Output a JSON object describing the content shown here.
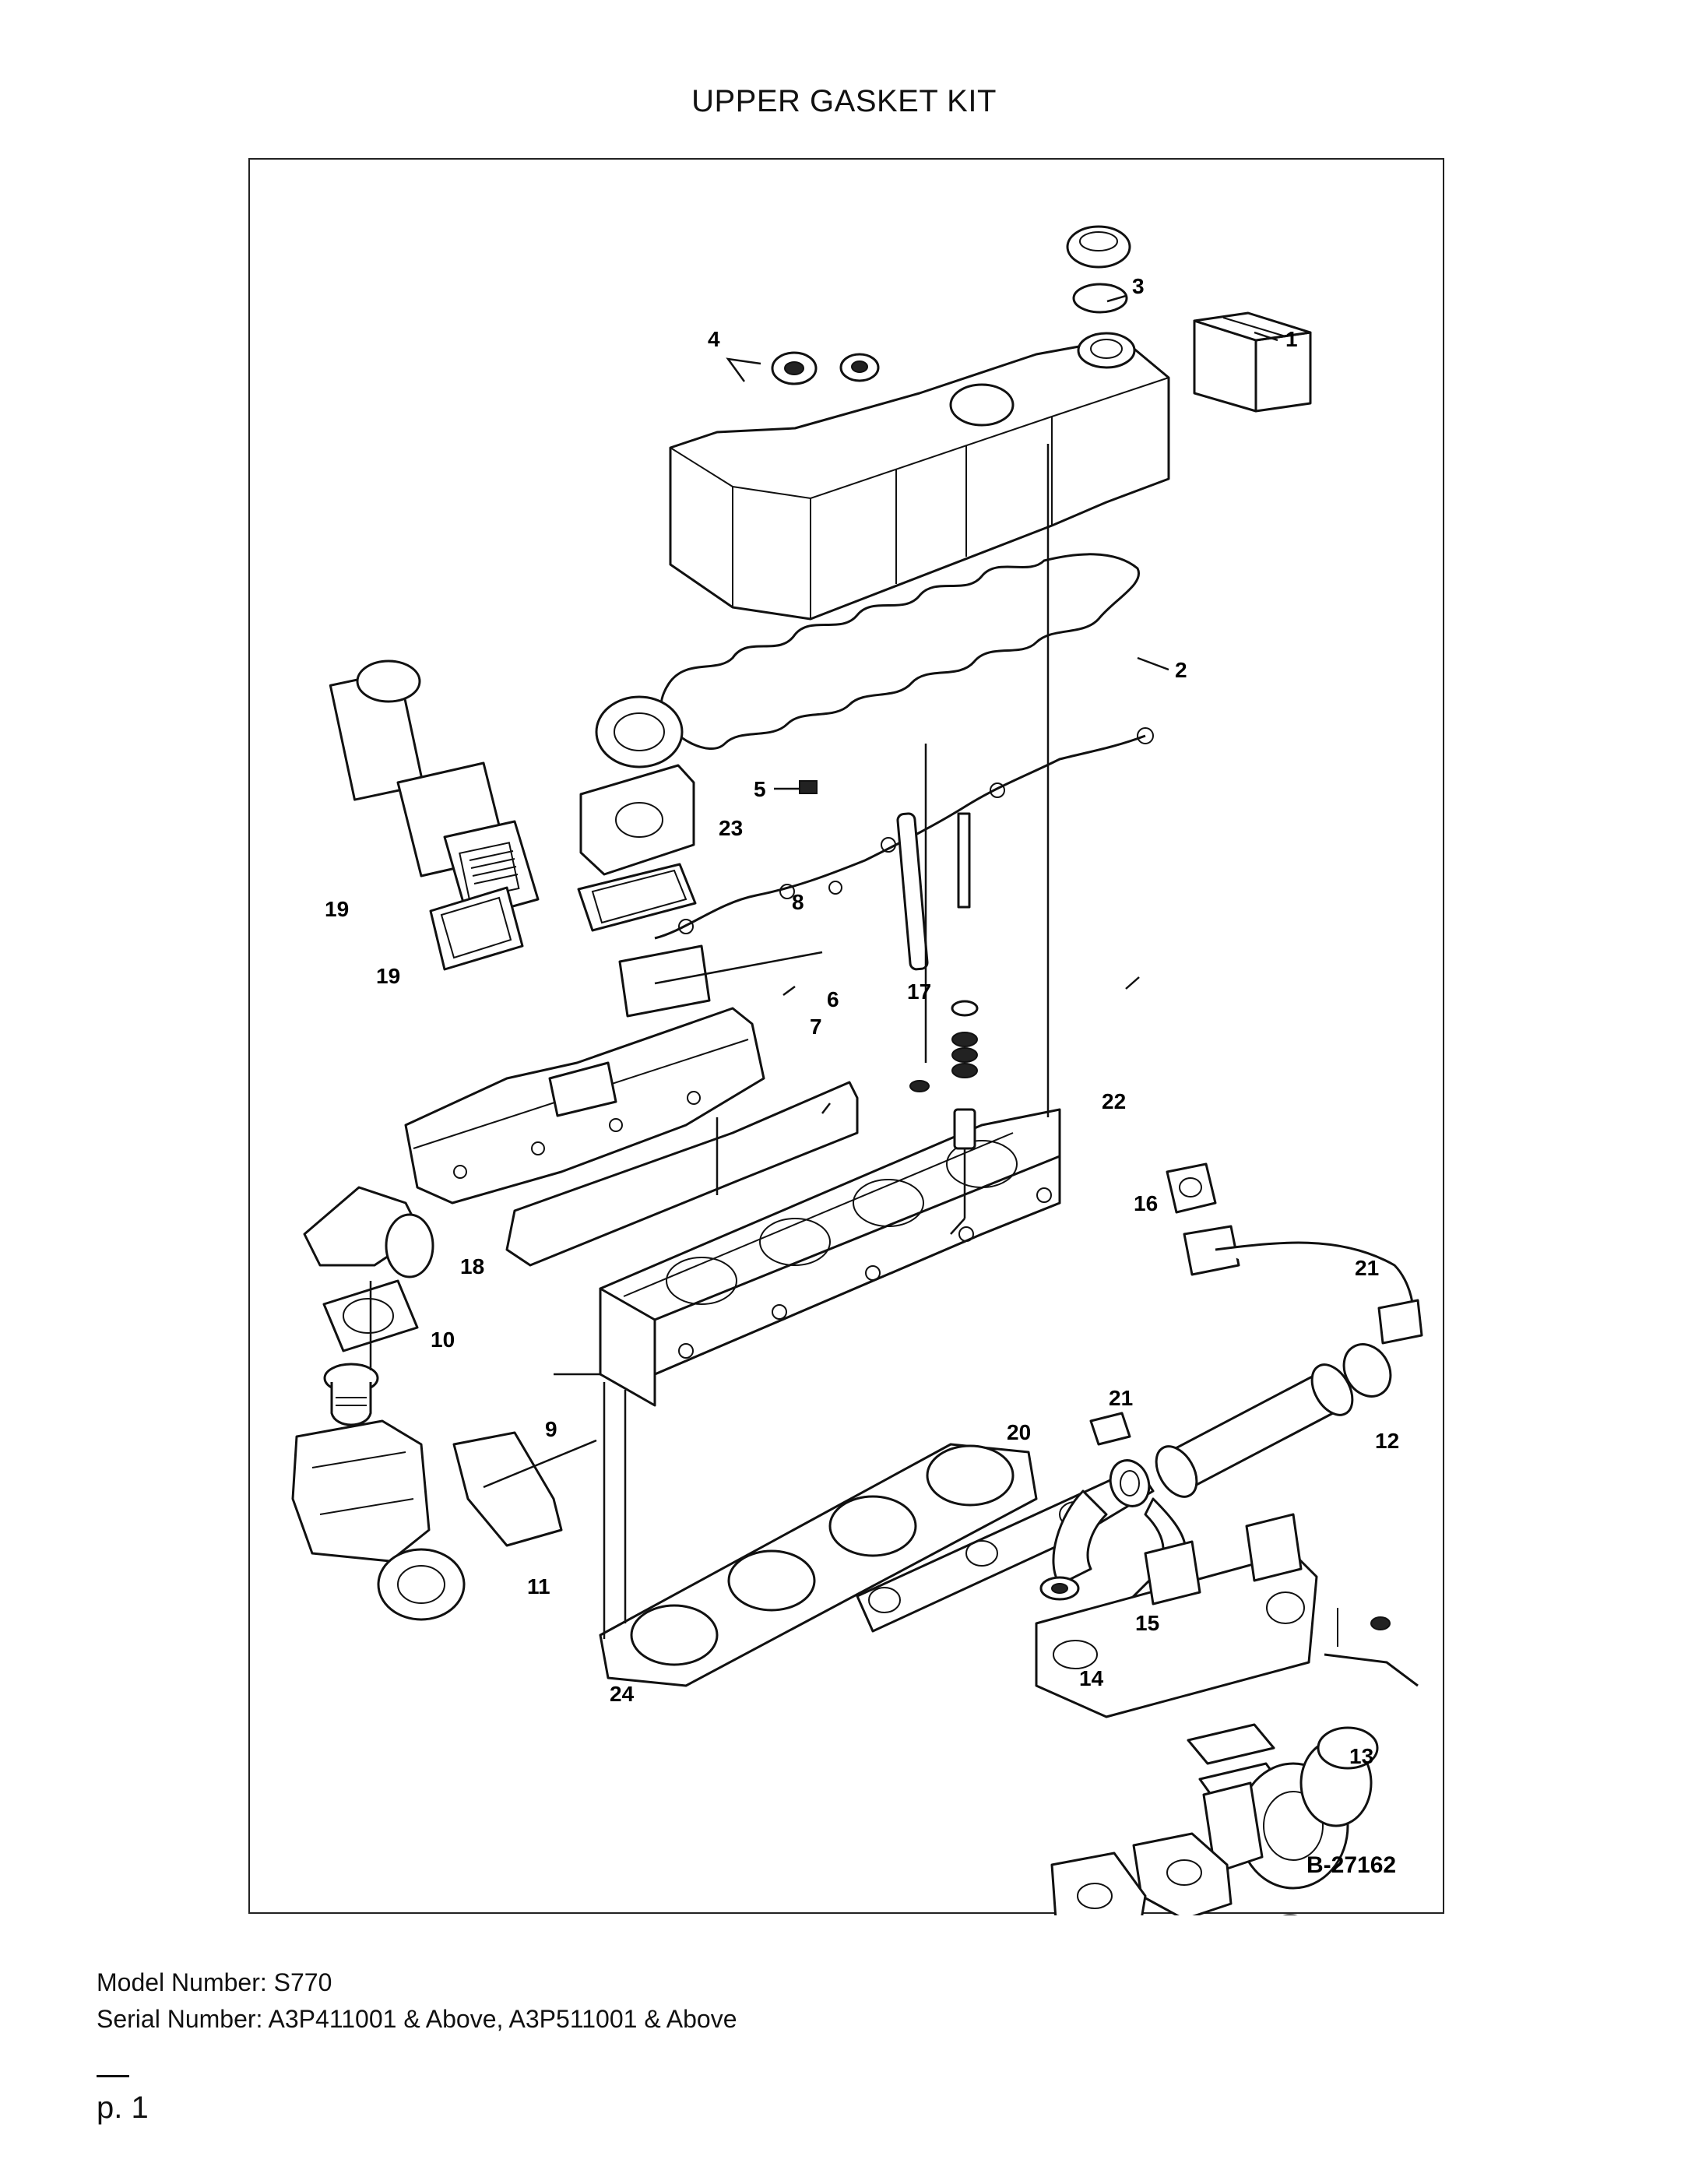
{
  "title": "UPPER GASKET KIT",
  "figure_id": "B-27162",
  "callouts": {
    "c1": "1",
    "c2": "2",
    "c3": "3",
    "c4": "4",
    "c5": "5",
    "c6": "6",
    "c7": "7",
    "c8": "8",
    "c9": "9",
    "c10": "10",
    "c11": "11",
    "c12": "12",
    "c13": "13",
    "c14": "14",
    "c15": "15",
    "c16": "16",
    "c17": "17",
    "c18": "18",
    "c19a": "19",
    "c19b": "19",
    "c20": "20",
    "c21a": "21",
    "c21b": "21",
    "c22": "22",
    "c23": "23",
    "c24": "24"
  },
  "footer": {
    "model": "Model Number: S770",
    "serial": "Serial Number: A3P411001 & Above, A3P511001 & Above",
    "page": "p. 1"
  }
}
